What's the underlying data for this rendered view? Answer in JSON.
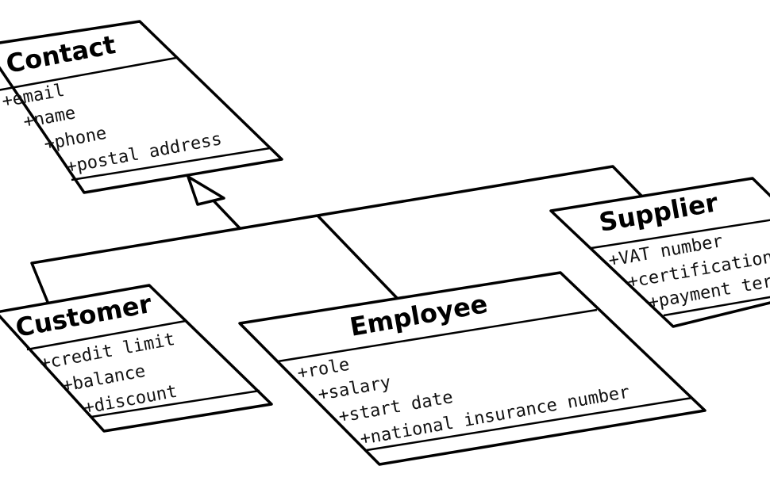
{
  "diagram": {
    "classes": {
      "contact": {
        "name": "Contact",
        "attributes": [
          "+email",
          "+name",
          "+phone",
          "+postal address"
        ]
      },
      "customer": {
        "name": "Customer",
        "attributes": [
          "+credit limit",
          "+balance",
          "+discount"
        ]
      },
      "employee": {
        "name": "Employee",
        "attributes": [
          "+role",
          "+salary",
          "+start date",
          "+national insurance number"
        ]
      },
      "supplier": {
        "name": "Supplier",
        "attributes": [
          "+VAT number",
          "+certification",
          "+payment terms"
        ]
      }
    },
    "relationships": [
      {
        "type": "generalization",
        "from": "Customer",
        "to": "Contact"
      },
      {
        "type": "generalization",
        "from": "Employee",
        "to": "Contact"
      },
      {
        "type": "generalization",
        "from": "Supplier",
        "to": "Contact"
      }
    ]
  }
}
